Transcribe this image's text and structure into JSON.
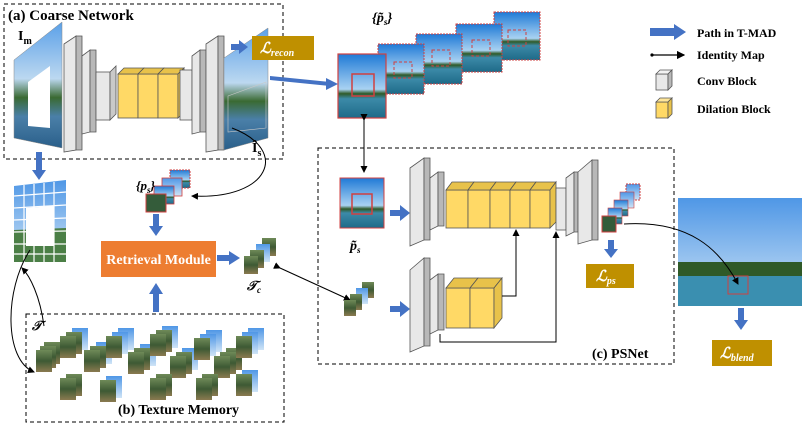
{
  "coarse_network": {
    "title": "(a) Coarse Network",
    "input_label": "I",
    "input_sub": "m",
    "output_label": "Î",
    "output_sub": "s"
  },
  "texture_memory": {
    "title": "(b) Texture Memory",
    "symbol": "𝒯"
  },
  "psnet": {
    "title": "(c) PSNet"
  },
  "retrieval_module": {
    "label": "Retrieval Module",
    "color": "#ed7d31"
  },
  "losses": {
    "recon": {
      "main": "ℒ",
      "sub": "recon"
    },
    "ps": {
      "main": "ℒ",
      "sub": "ps"
    },
    "blend": {
      "main": "ℒ",
      "sub": "blend"
    },
    "color": "#bf9000"
  },
  "patch_labels": {
    "ps_set": "{p",
    "ps_set_sub": "s",
    "ps_set_close": "}",
    "ps_tilde_set": "{p̃",
    "ps_tilde_sub": "s",
    "ps_tilde_close": "}",
    "ps_tilde": "p̃",
    "ps_tilde_single_sub": "s",
    "tc": "𝒯",
    "tc_sub": "c"
  },
  "legend": {
    "items": [
      {
        "label": "Path in T-MAD",
        "icon": "blue-arrow-icon"
      },
      {
        "label": "Identity Map",
        "icon": "black-arrow-icon"
      },
      {
        "label": "Conv Block",
        "icon": "gray-cube-icon"
      },
      {
        "label": "Dilation Block",
        "icon": "yellow-cube-icon"
      }
    ]
  },
  "colors": {
    "path_blue": "#4472c4",
    "conv_gray": "#d9d9d9",
    "dilation_yellow": "#ffd966"
  }
}
